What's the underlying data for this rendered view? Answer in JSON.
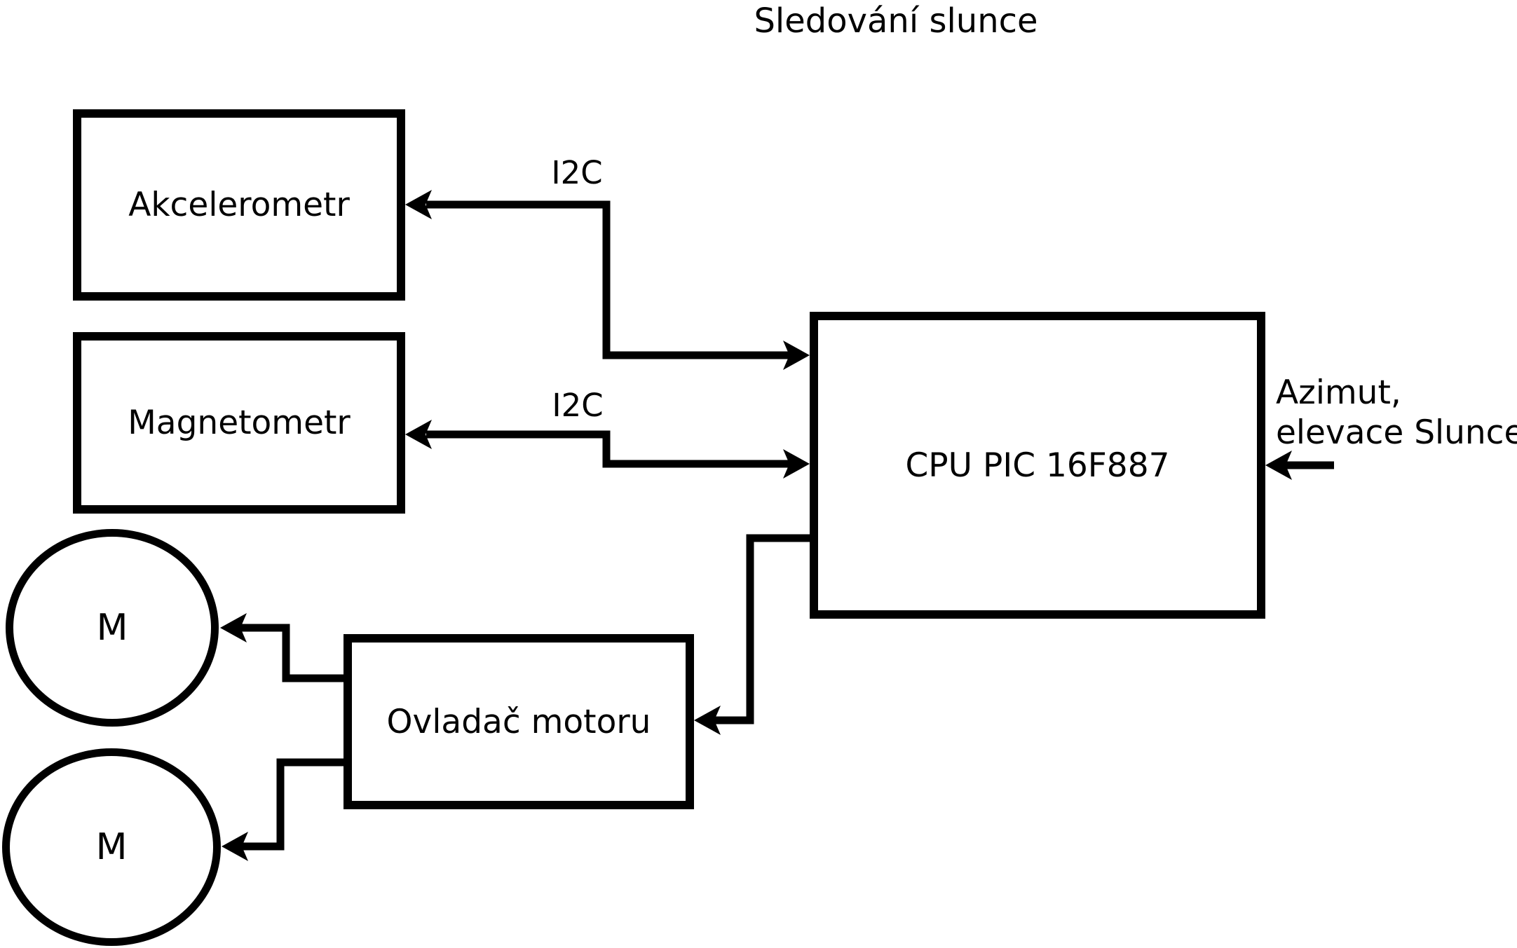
{
  "title": "Sledování slunce",
  "colors": {
    "ink": "#000000",
    "background": "#ffffff"
  },
  "nodes": {
    "accelerometer": {
      "label": "Akcelerometr",
      "shape": "rect"
    },
    "magnetometer": {
      "label": "Magnetometr",
      "shape": "rect"
    },
    "cpu": {
      "label": "CPU PIC 16F887",
      "shape": "rect"
    },
    "motor_driver": {
      "label": "Ovladač motoru",
      "shape": "rect"
    },
    "motor_top": {
      "label": "M",
      "shape": "circle"
    },
    "motor_bottom": {
      "label": "M",
      "shape": "circle"
    }
  },
  "edge_labels": {
    "i2c_accelerometer": "I2C",
    "i2c_magnetometer": "I2C",
    "sun_line1": "Azimut,",
    "sun_line2": "elevace Slunce"
  }
}
